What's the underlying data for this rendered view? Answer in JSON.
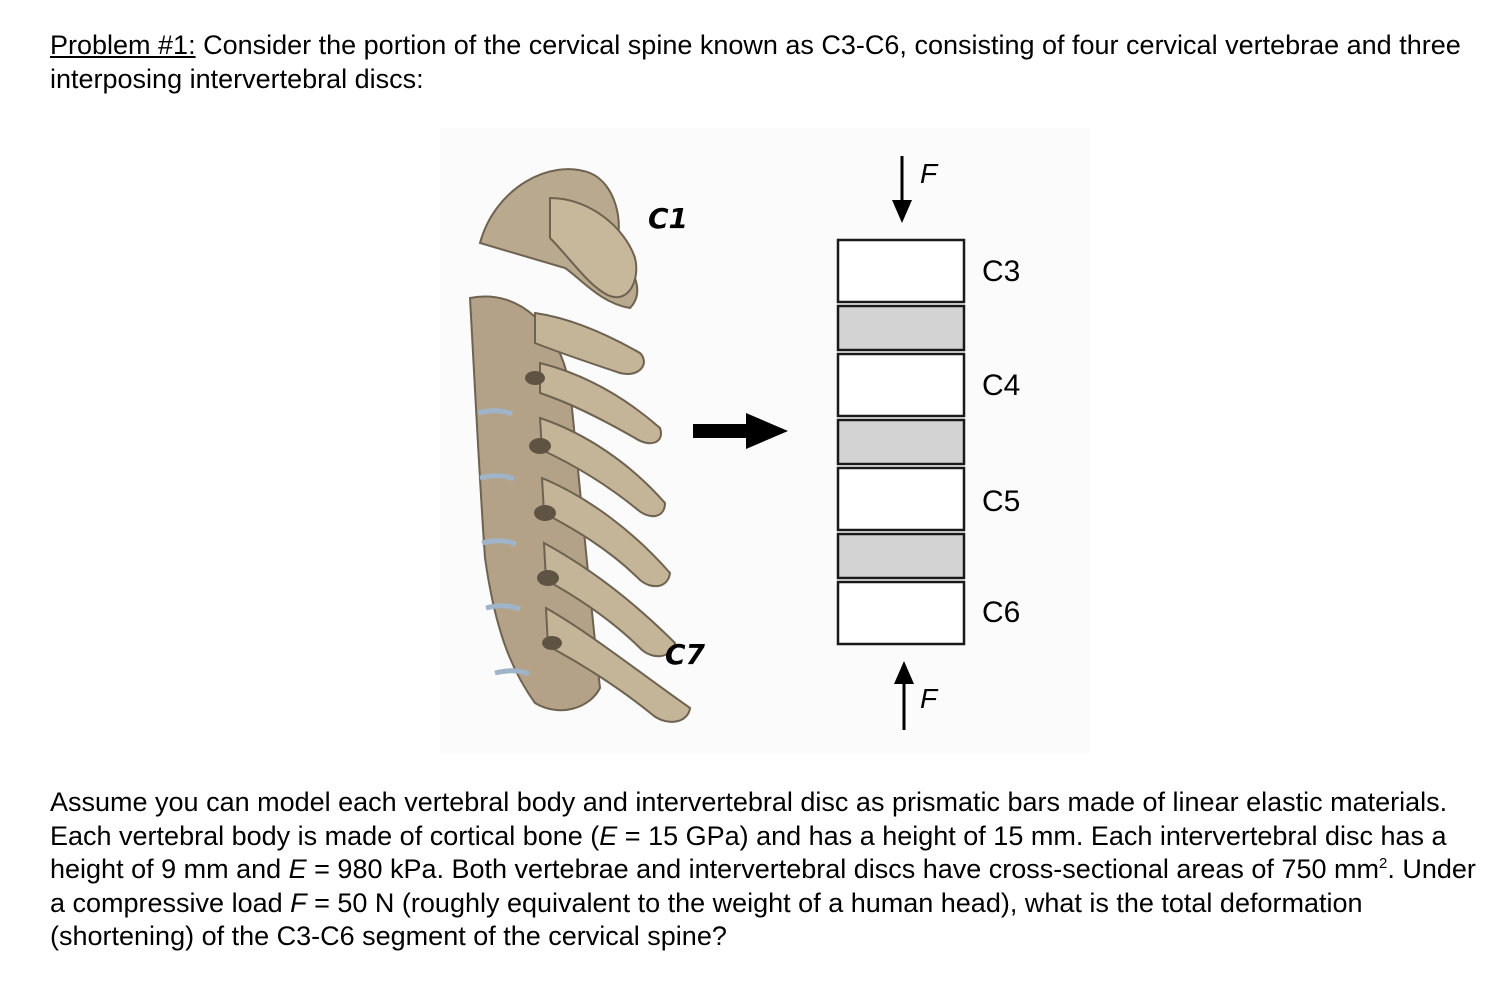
{
  "problem": {
    "label": "Problem #1:",
    "intro": " Consider the portion of the cervical spine known as C3-C6, consisting of four cervical vertebrae and three interposing intervertebral discs:"
  },
  "figure": {
    "spine_labels": {
      "top": "C1",
      "bottom": "C7"
    },
    "force_top": "F",
    "force_bottom": "F",
    "segments": [
      {
        "type": "vertebra",
        "label": "C3"
      },
      {
        "type": "disc",
        "label": ""
      },
      {
        "type": "vertebra",
        "label": "C4"
      },
      {
        "type": "disc",
        "label": ""
      },
      {
        "type": "vertebra",
        "label": "C5"
      },
      {
        "type": "disc",
        "label": ""
      },
      {
        "type": "vertebra",
        "label": "C6"
      }
    ],
    "colors": {
      "vertebra": "#ffffff",
      "disc": "#d3d3d3",
      "bone": "#b8a78c",
      "bone_dark": "#6e6250",
      "outline": "#1a1a1a"
    }
  },
  "body": {
    "t1": "Assume you can model each vertebral body and intervertebral disc as prismatic bars made of linear elastic materials.  Each vertebral body is made of cortical bone (",
    "E1": "E",
    "t2": " = 15 GPa) and has a height of 15 mm.  Each intervertebral disc has a height of 9 mm and ",
    "E2": "E",
    "t3": " = 980 kPa.  Both vertebrae and intervertebral discs have cross-sectional areas of 750 mm",
    "sup": "2",
    "t4": ".  Under a compressive load ",
    "F": "F",
    "t5": " = 50 N (roughly equivalent to the weight of a human head), what is the total deformation (shortening) of the C3-C6 segment of the cervical spine?"
  }
}
